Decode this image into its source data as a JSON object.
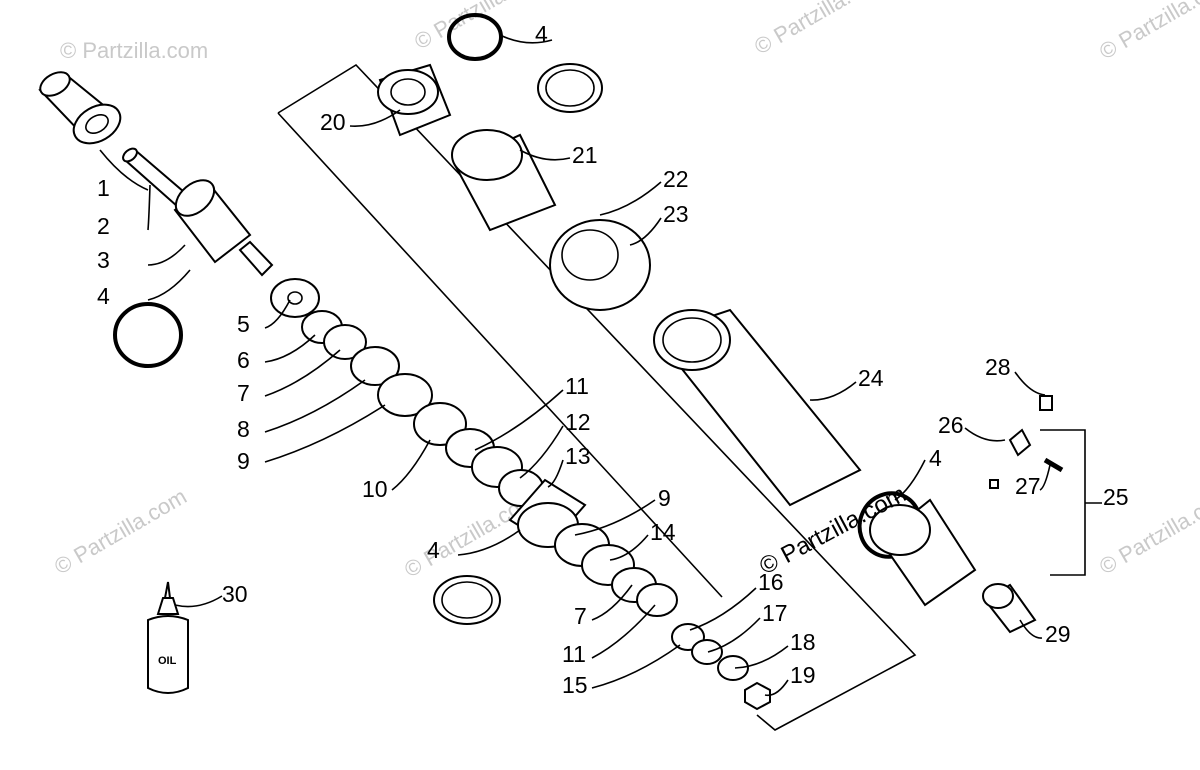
{
  "watermark": "© Partzilla.com",
  "oil_label": "OIL",
  "callouts": [
    "1",
    "2",
    "3",
    "4",
    "4",
    "4",
    "4",
    "5",
    "6",
    "7",
    "8",
    "9",
    "10",
    "11",
    "12",
    "13",
    "9",
    "14",
    "7",
    "11",
    "15",
    "16",
    "17",
    "18",
    "19",
    "20",
    "21",
    "22",
    "23",
    "24",
    "25",
    "26",
    "27",
    "28",
    "29",
    "30"
  ]
}
